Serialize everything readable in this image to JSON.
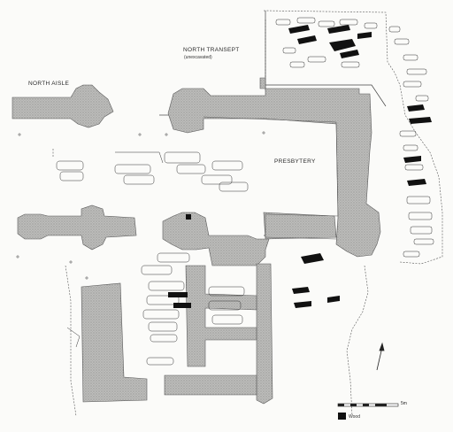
{
  "labels": {
    "north_transept": "NORTH TRANSEPT",
    "unexcavated": "(unexcavated)",
    "north_aisle": "NORTH AISLE",
    "presbytery": "PRESBYTERY"
  },
  "scale_bar": {
    "end_label": "5m"
  },
  "legend": {
    "wood_label": "Wood"
  },
  "colors": {
    "masonry": "#b8b8b6",
    "masonry_edge": "#5a5a5a",
    "wood": "#111111",
    "outline": "#444444"
  }
}
